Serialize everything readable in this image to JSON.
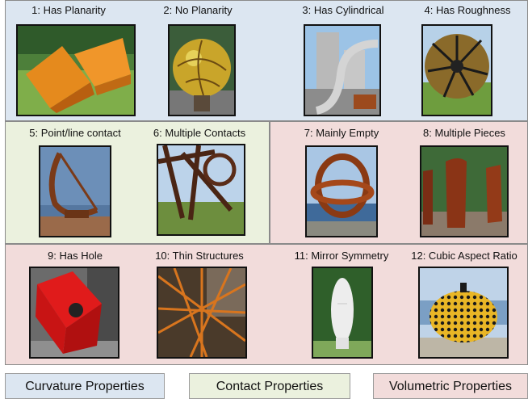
{
  "colors": {
    "curvature": "#dce6f1",
    "contact": "#ebf1de",
    "volumetric": "#f2dcdb"
  },
  "cells": [
    {
      "label": "1: Has Planarity",
      "icon": "planar-sculpture-photo"
    },
    {
      "label": "2: No Planarity",
      "icon": "sphere-sculpture-photo"
    },
    {
      "label": "3: Has Cylindrical",
      "icon": "pipe-sculpture-photo"
    },
    {
      "label": "4: Has Roughness",
      "icon": "spiky-disc-sculpture-photo"
    },
    {
      "label": "5: Point/line contact",
      "icon": "sundial-sculpture-photo"
    },
    {
      "label": "6: Multiple Contacts",
      "icon": "beam-sculpture-photo"
    },
    {
      "label": "7: Mainly Empty",
      "icon": "ring-sculpture-photo"
    },
    {
      "label": "8: Multiple Pieces",
      "icon": "slab-pieces-sculpture-photo"
    },
    {
      "label": "9: Has Hole",
      "icon": "red-cube-sculpture-photo"
    },
    {
      "label": "10: Thin Structures",
      "icon": "thin-beams-sculpture-photo"
    },
    {
      "label": "11: Mirror Symmetry",
      "icon": "face-sculpture-photo"
    },
    {
      "label": "12: Cubic Aspect Ratio",
      "icon": "pumpkin-sculpture-photo"
    }
  ],
  "legend": {
    "curvature": "Curvature Properties",
    "contact": "Contact Properties",
    "volumetric": "Volumetric Properties"
  }
}
